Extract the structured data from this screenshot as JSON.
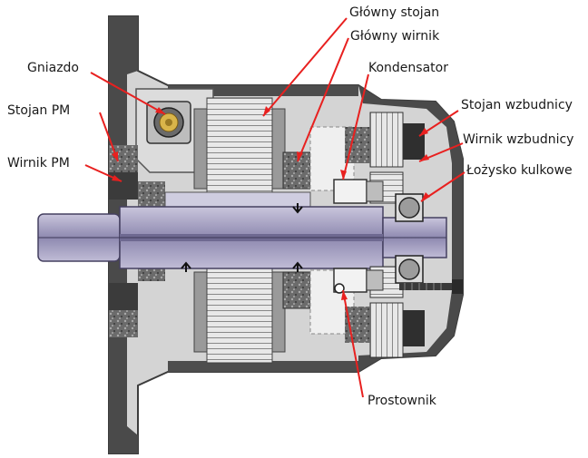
{
  "labels": {
    "glowny_stojan": "Główny stojan",
    "glowny_wirnik": "Główny wirnik",
    "gniazdo": "Gniazdo",
    "kondensator": "Kondensator",
    "stojan_pm": "Stojan PM",
    "stojan_wzbudnicy": "Stojan wzbudnicy",
    "wirnik_wzbudnicy": "Wirnik wzbudnicy",
    "wirnik_pm": "Wirnik PM",
    "lozysko_kulkowe": "Łożysko kulkowe",
    "prostownik": "Prostownik"
  },
  "colors": {
    "leader": "#e8201f",
    "housing": "#4a4a4a",
    "housing_light": "#c9c9c9",
    "winding": "#e6e6e6",
    "winding_line": "#6a6a6a",
    "shaft": "#7f7aa1",
    "shaft_light": "#b9b5d2",
    "dark": "#2b2b2b",
    "granite": "#6d6d6d"
  }
}
